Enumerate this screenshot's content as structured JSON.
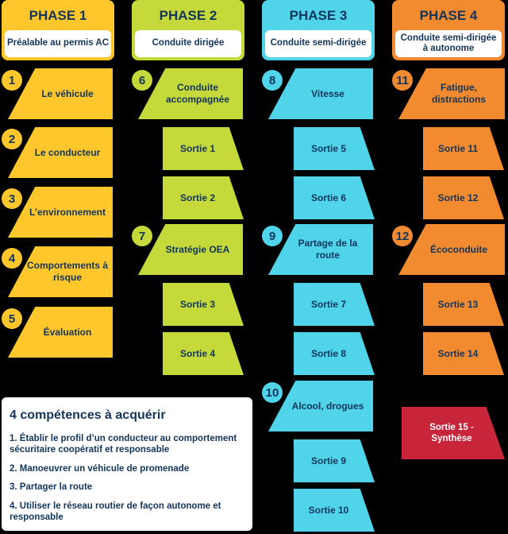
{
  "phases": [
    {
      "title": "PHASE 1",
      "subtitle": "Préalable au permis AC"
    },
    {
      "title": "PHASE 2",
      "subtitle": "Conduite dirigée"
    },
    {
      "title": "PHASE 3",
      "subtitle": "Conduite semi-dirigée"
    },
    {
      "title": "PHASE 4",
      "subtitle": "Conduite semi-dirigée à autonome"
    }
  ],
  "modules": [
    {
      "num": "1",
      "label": "Le véhicule"
    },
    {
      "num": "2",
      "label": "Le conducteur"
    },
    {
      "num": "3",
      "label": "L’environnement"
    },
    {
      "num": "4",
      "label": "Comportements à risque"
    },
    {
      "num": "5",
      "label": "Évaluation"
    },
    {
      "num": "6",
      "label": "Conduite accompagnée"
    },
    {
      "num": "7",
      "label": "Stratégie OEA"
    },
    {
      "num": "8",
      "label": "Vitesse"
    },
    {
      "num": "9",
      "label": "Partage de la route"
    },
    {
      "num": "10",
      "label": "Alcool, drogues"
    },
    {
      "num": "11",
      "label": "Fatigue, distractions"
    },
    {
      "num": "12",
      "label": "Écoconduite"
    }
  ],
  "outings": [
    "Sortie 1",
    "Sortie 2",
    "Sortie 3",
    "Sortie 4",
    "Sortie 5",
    "Sortie 6",
    "Sortie 7",
    "Sortie 8",
    "Sortie 9",
    "Sortie 10",
    "Sortie 11",
    "Sortie 12",
    "Sortie 13",
    "Sortie 14",
    "Sortie 15 - Synthèse"
  ],
  "competences": {
    "title": "4 compétences à acquérir",
    "items": [
      "1. Établir le profil d’un conducteur au comportement sécuritaire coopératif et responsable",
      "2. Manoeuvrer un véhicule de promenade",
      "3. Partager la route",
      "4. Utiliser le réseau routier de façon autonome et responsable"
    ]
  },
  "colors": {
    "phase1": "#ffc72c",
    "phase2": "#c5d93a",
    "phase3": "#4fd4ea",
    "phase4": "#f28a30",
    "final_outing": "#c8243a",
    "text": "#12355b"
  }
}
